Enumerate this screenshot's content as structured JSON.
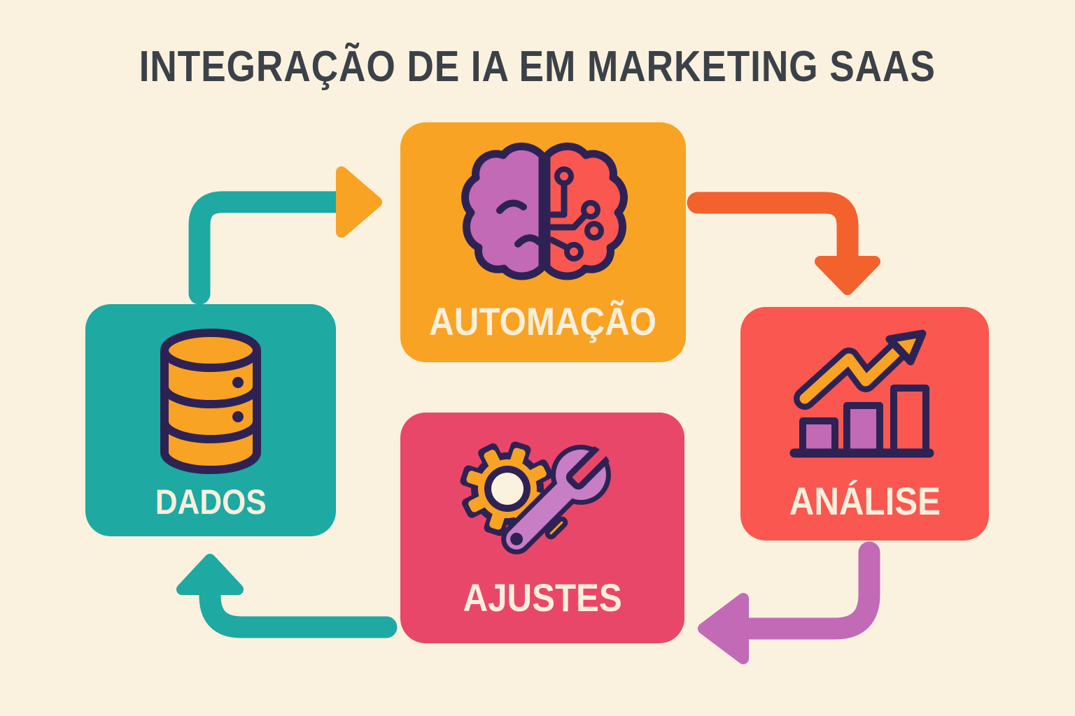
{
  "title": "INTEGRAÇÃO DE IA EM MARKETING SAAS",
  "diagram_type": "cycle",
  "nodes": [
    {
      "label": "DADOS",
      "icon": "database-icon",
      "color": "#1EA9A2"
    },
    {
      "label": "AUTOMAÇÃO",
      "icon": "brain-circuit-icon",
      "color": "#F9A324"
    },
    {
      "label": "ANÁLISE",
      "icon": "growth-chart-icon",
      "color": "#F9574F"
    },
    {
      "label": "AJUSTES",
      "icon": "gear-wrench-icon",
      "color": "#E9476A"
    }
  ],
  "arrows": [
    {
      "from": "DADOS",
      "to": "AUTOMAÇÃO",
      "shaft_color": "#1EA9A2",
      "head_color": "#F9A324",
      "direction": "up-then-right"
    },
    {
      "from": "AUTOMAÇÃO",
      "to": "ANÁLISE",
      "shaft_color": "#F3612D",
      "head_color": "#F3612D",
      "direction": "right-then-down"
    },
    {
      "from": "ANÁLISE",
      "to": "AJUSTES",
      "shaft_color": "#C26AB5",
      "head_color": "#C26AB5",
      "direction": "down-then-left"
    },
    {
      "from": "AJUSTES",
      "to": "DADOS",
      "shaft_color": "#1EA9A2",
      "head_color": "#1EA9A2",
      "direction": "left-then-up"
    }
  ],
  "style": {
    "background_color": "#FAF2DE",
    "outline_color": "#2E2255",
    "label_text_color": "#F8EFDC",
    "title_color": "#3B4148"
  }
}
